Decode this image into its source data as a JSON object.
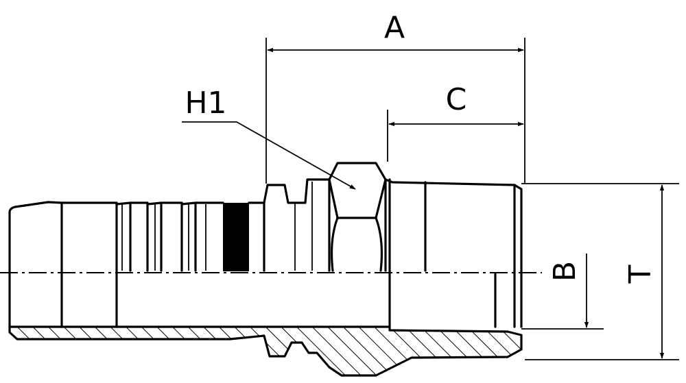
{
  "labels": {
    "a": "A",
    "c": "C",
    "h1": "H1",
    "b": "B",
    "t": "T"
  }
}
